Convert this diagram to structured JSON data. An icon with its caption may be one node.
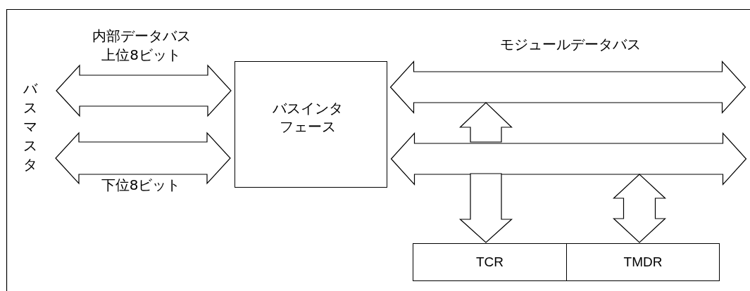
{
  "diagram": {
    "nodes": [
      {
        "text": [
          "バスマスタ"
        ]
      },
      {
        "text": [
          "バスインタフェース"
        ]
      },
      {
        "text": [],
        "shape": "bar",
        "beside": [
          "モジュールデータバス"
        ]
      },
      {
        "text": [],
        "shape": "bar"
      },
      {
        "text": [
          "TCR"
        ]
      },
      {
        "text": [
          "TMDR"
        ]
      }
    ],
    "edges": [
      {
        "from": 0,
        "to": 1,
        "arrow": "both",
        "label": "内部データバス上位8ビット"
      },
      {
        "from": 0,
        "to": 1,
        "arrow": "both",
        "label": "下位8ビット"
      },
      {
        "from": 3,
        "to": 2,
        "arrow": "to"
      },
      {
        "from": 3,
        "to": 4,
        "arrow": "to"
      },
      {
        "from": 3,
        "to": 5,
        "arrow": "both"
      }
    ]
  }
}
